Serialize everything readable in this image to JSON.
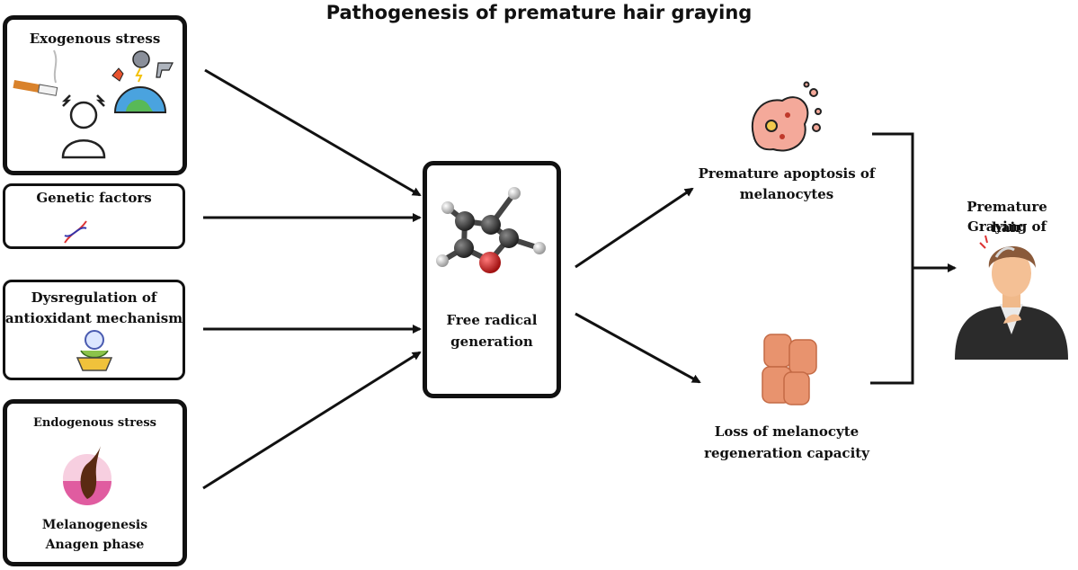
{
  "title": "Pathogenesis of premature hair graying",
  "causes": {
    "exogenous": "Exogenous stress",
    "genetic": "Genetic factors",
    "antioxidant_line1": "Dysregulation of",
    "antioxidant_line2": "antioxidant mechanism",
    "endogenous": "Endogenous stress",
    "endogenous_sub1": "Melanogenesis",
    "endogenous_sub2": "Anagen phase"
  },
  "center": {
    "line1": "Free radical",
    "line2": "generation"
  },
  "effects": {
    "apoptosis_line1": "Premature apoptosis of",
    "apoptosis_line2": "melanocytes",
    "regeneration_line1": "Loss of melanocyte",
    "regeneration_line2": "regeneration capacity"
  },
  "outcome": {
    "line1": "Premature Graying of",
    "line2": "hair"
  },
  "colors": {
    "arrow": "#111111",
    "cell_pink": "#f4a99a",
    "cell_orange": "#e8936e",
    "molecule_red": "#d62f2f",
    "molecule_carbon": "#333333"
  }
}
